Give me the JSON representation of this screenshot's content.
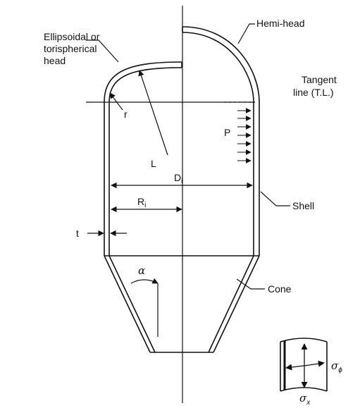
{
  "labels": {
    "ellipsoidal_line1": "Ellipsoidal or",
    "ellipsoidal_line2": "torispherical",
    "ellipsoidal_line3": "head",
    "hemi_head": "Hemi-head",
    "tangent_line1": "Tangent",
    "tangent_line2": "line (T.L.)",
    "r": "r",
    "L": "L",
    "P": "P",
    "D": "D",
    "D_sub": "i",
    "R": "R",
    "R_sub": "i",
    "t": "t",
    "shell": "Shell",
    "cone": "Cone",
    "alpha": "α",
    "sigma_phi": "σ",
    "sigma_phi_sub": "ϕ",
    "sigma_x": "σ",
    "sigma_x_sub": "x"
  }
}
